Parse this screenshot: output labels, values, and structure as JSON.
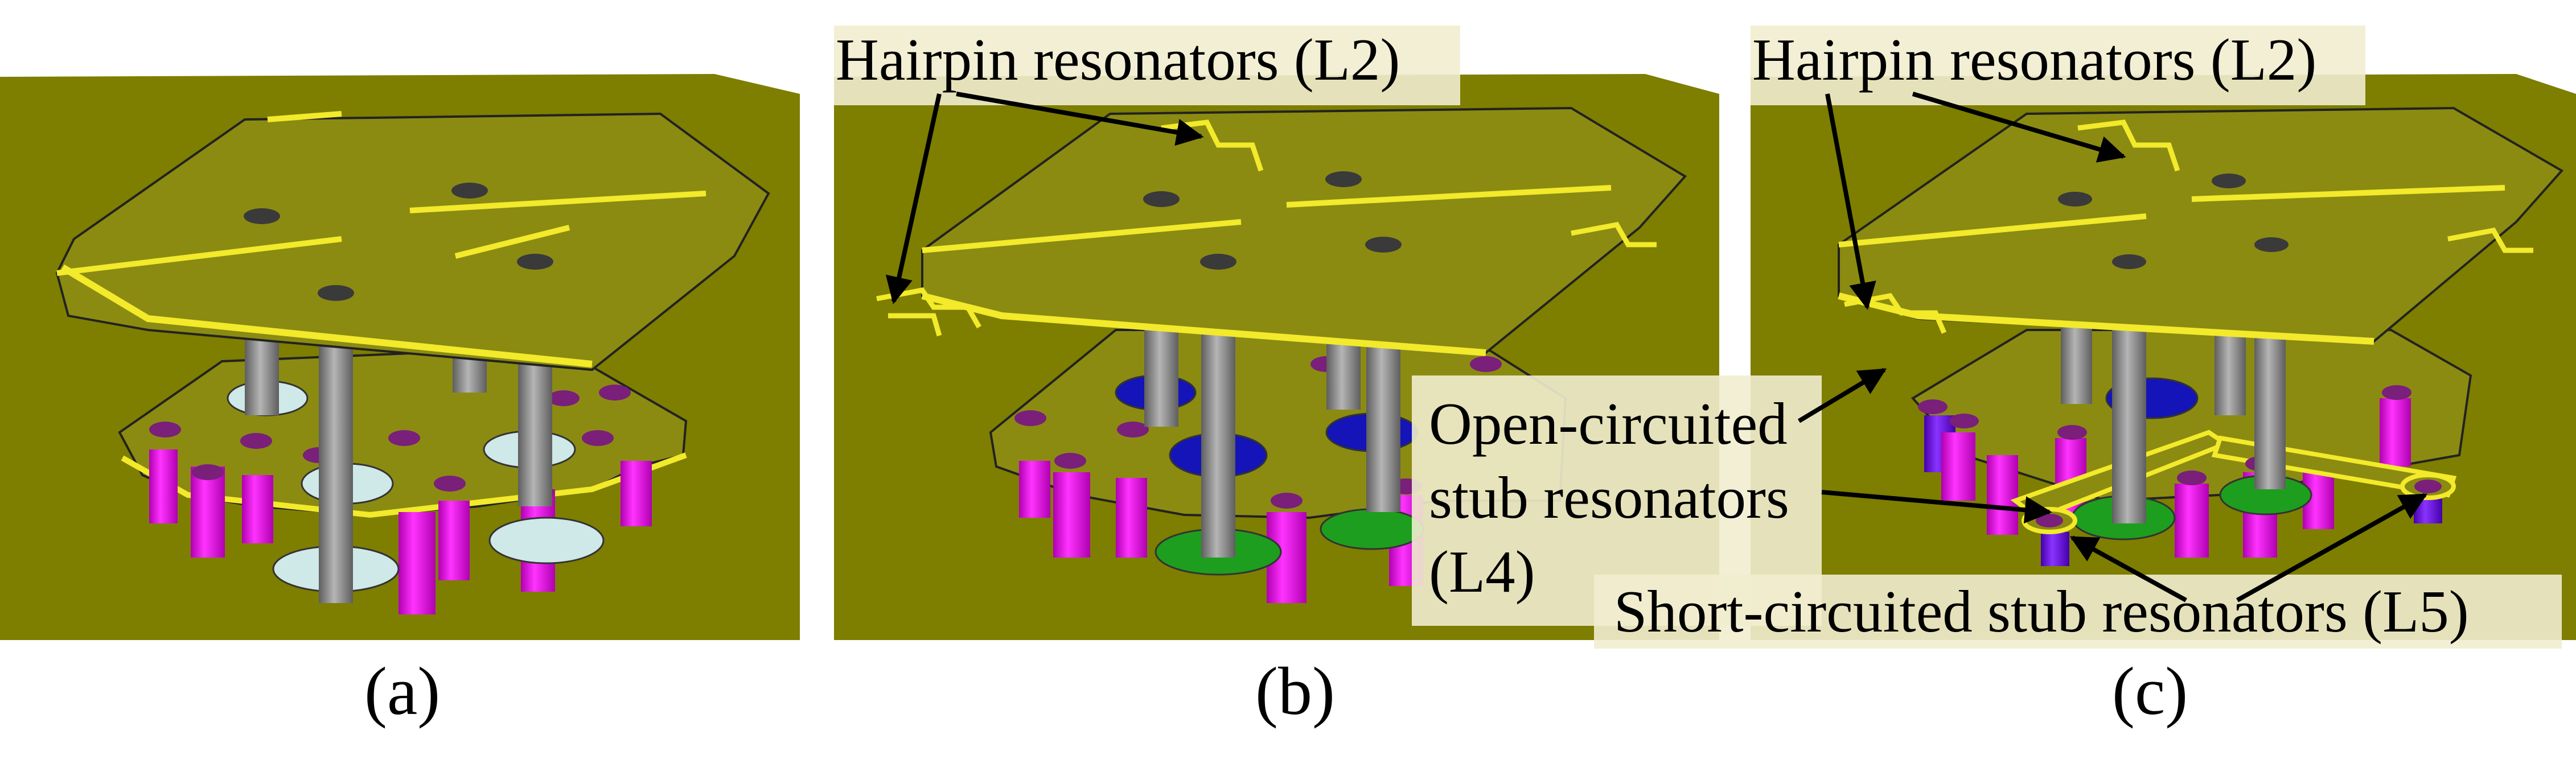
{
  "figure": {
    "colors": {
      "background": "#ffffff",
      "ground_plane": "#7e7e00",
      "board": "#8b8b12",
      "trace": "#f2ea2a",
      "via_metal": "#8e8e8e",
      "via_pad": "#7a1f7a",
      "short_via": "#e600e6",
      "hole": "#cfe8e8",
      "blue_hole": "#1414b8",
      "green_ring": "#1e9e1e",
      "callout_box": "#f1edcf"
    },
    "panels": [
      {
        "id": "a",
        "label": "(a)"
      },
      {
        "id": "b",
        "label": "(b)"
      },
      {
        "id": "c",
        "label": "(c)"
      }
    ],
    "callouts": {
      "hairpin_b": "Hairpin resonators (L2)",
      "hairpin_c": "Hairpin resonators (L2)",
      "open_stub": [
        "Open-circuited",
        "stub resonators",
        "(L4)"
      ],
      "short_stub": "Short-circuited stub resonators (L5)"
    }
  }
}
